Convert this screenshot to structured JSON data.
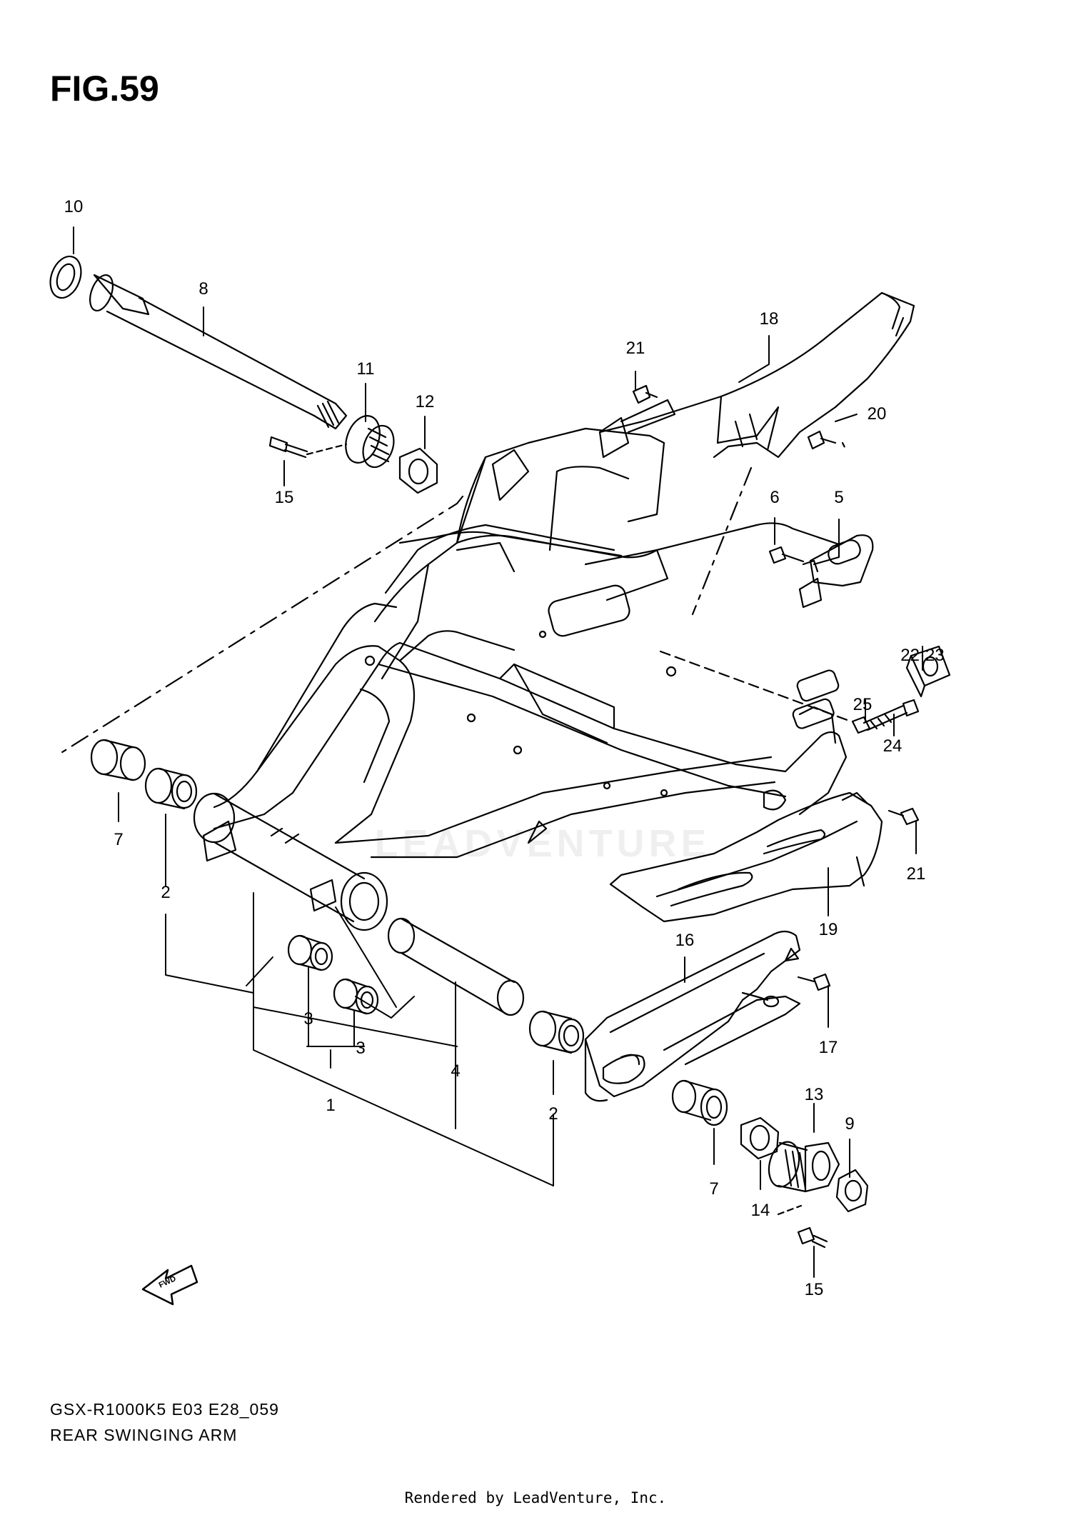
{
  "figure": {
    "label": "FIG.59"
  },
  "callouts": {
    "c1": "1",
    "c2a": "2",
    "c2b": "2",
    "c3a": "3",
    "c3b": "3",
    "c4": "4",
    "c5": "5",
    "c6": "6",
    "c7a": "7",
    "c7b": "7",
    "c8": "8",
    "c9": "9",
    "c10": "10",
    "c11": "11",
    "c12": "12",
    "c13": "13",
    "c14": "14",
    "c15a": "15",
    "c15b": "15",
    "c16": "16",
    "c17": "17",
    "c18": "18",
    "c19": "19",
    "c20": "20",
    "c21a": "21",
    "c21b": "21",
    "c22_23": "22·23",
    "c24": "24",
    "c25": "25"
  },
  "fwd_badge": "FWD",
  "watermark": "LEADVENTURE",
  "model_code": "GSX-R1000K5 E03 E28_059",
  "diagram_title": "REAR SWINGING ARM",
  "footer": "Rendered by LeadVenture, Inc."
}
